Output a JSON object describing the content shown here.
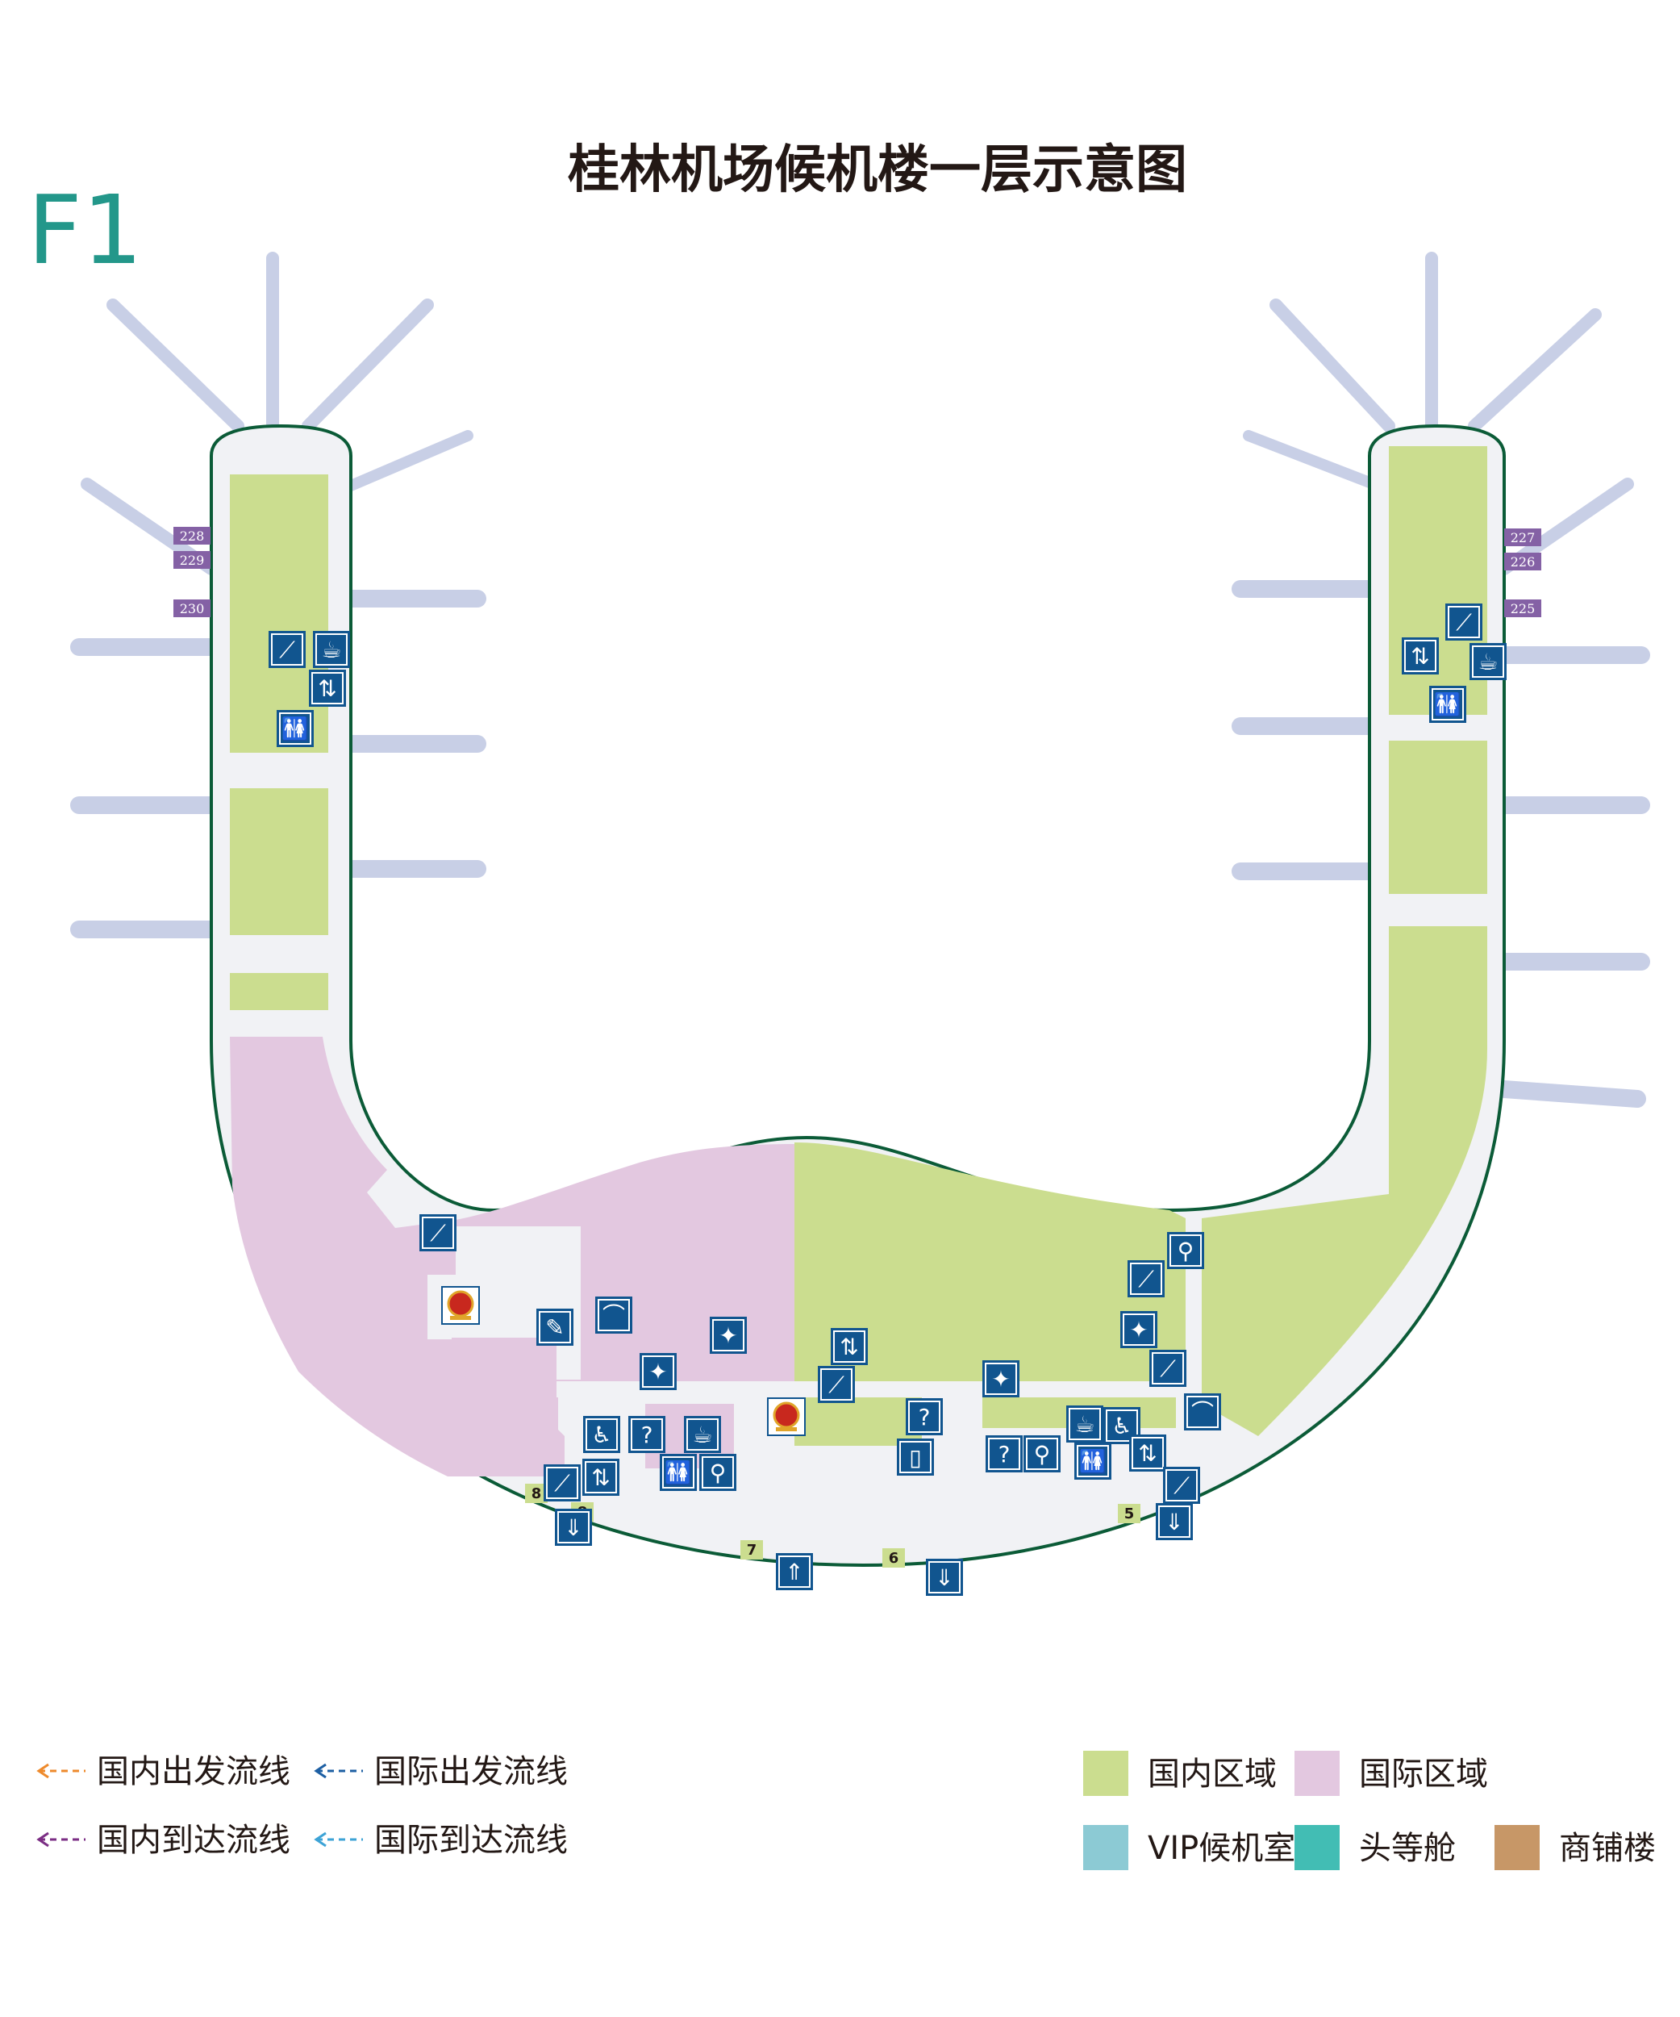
{
  "header": {
    "floor_label": "F1",
    "title": "桂林机场候机楼一层示意图"
  },
  "colors": {
    "domestic": "#cbdd8f",
    "international": "#e3c8e0",
    "corridor": "#f1f2f5",
    "outline": "#0b5b37",
    "pier_arm": "#c8cfe6",
    "icon_bg": "#11558f",
    "gate_tag": "#8461a5",
    "vip": "#8ccad4",
    "first_class": "#42bdb4",
    "shop": "#c79767",
    "dom_departure_line": "#ee8a2c",
    "intl_departure_line": "#1d5fa3",
    "dom_arrival_line": "#7b2e84",
    "intl_arrival_line": "#3da3d6"
  },
  "gates": [
    {
      "id": "gate-228",
      "label": "228"
    },
    {
      "id": "gate-229",
      "label": "229"
    },
    {
      "id": "gate-230",
      "label": "230"
    },
    {
      "id": "gate-227",
      "label": "227"
    },
    {
      "id": "gate-226",
      "label": "226"
    },
    {
      "id": "gate-225",
      "label": "225"
    }
  ],
  "doors": [
    "8",
    "8",
    "7",
    "6",
    "5"
  ],
  "icons": [
    "escalator-icon",
    "drinking-water-icon",
    "elevator-icon",
    "restroom-icon",
    "escalator-icon",
    "elevator-icon",
    "drinking-water-icon",
    "restroom-icon",
    "escalator-icon",
    "police-emblem-icon",
    "ticket-counter-icon",
    "cloakroom-icon",
    "baggage-service-icon",
    "baggage-service-icon",
    "accessible-toilet-icon",
    "information-baggage-icon",
    "drinking-water-icon",
    "restroom-icon",
    "mother-baby-icon",
    "escalator-icon",
    "elevator-icon",
    "entrance-icon",
    "police-emblem-icon",
    "elevator-icon",
    "escalator-icon",
    "information-baggage-icon",
    "phone-charging-icon",
    "baggage-service-icon",
    "information-baggage-icon",
    "mother-baby-icon",
    "drinking-water-icon",
    "restroom-icon",
    "accessible-toilet-icon",
    "elevator-icon",
    "mother-baby-icon",
    "escalator-icon",
    "baggage-service-icon",
    "escalator-icon",
    "cloakroom-icon",
    "escalator-icon",
    "entrance-icon",
    "exit-icon",
    "entrance-icon",
    "entrance-icon"
  ],
  "legend": {
    "lines": [
      {
        "id": "dom-departure",
        "label": "国内出发流线",
        "color": "#ee8a2c"
      },
      {
        "id": "intl-departure",
        "label": "国际出发流线",
        "color": "#1d5fa3"
      },
      {
        "id": "dom-arrival",
        "label": "国内到达流线",
        "color": "#7b2e84"
      },
      {
        "id": "intl-arrival",
        "label": "国际到达流线",
        "color": "#3da3d6"
      }
    ],
    "areas": [
      {
        "id": "domestic-area",
        "label": "国内区域",
        "color": "#cbdd8f"
      },
      {
        "id": "international-area",
        "label": "国际区域",
        "color": "#e3c8e0"
      },
      {
        "id": "vip-lounge",
        "label": "VIP候机室",
        "color": "#8ccad4"
      },
      {
        "id": "first-class",
        "label": "头等舱",
        "color": "#42bdb4"
      },
      {
        "id": "shop-building",
        "label": "商铺楼",
        "color": "#c79767"
      }
    ]
  }
}
